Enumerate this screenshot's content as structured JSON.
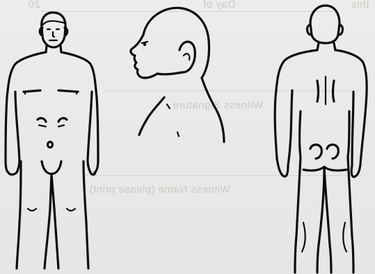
{
  "bleed_through": {
    "top_line": "Day of",
    "top_left": "this",
    "top_number": "20",
    "signature_label": "Witness Signature",
    "name_label": "Witness Name (please print)"
  },
  "figures": [
    "body-front-view",
    "head-profile-view",
    "body-back-view"
  ]
}
